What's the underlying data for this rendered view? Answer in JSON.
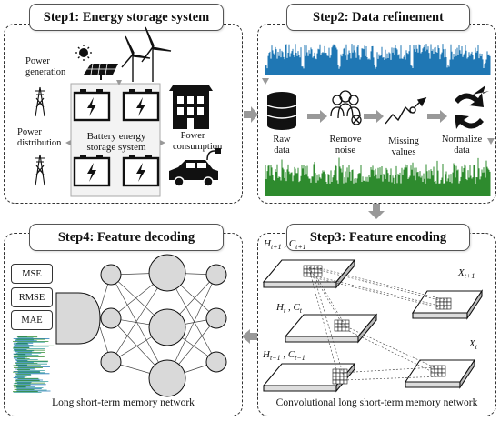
{
  "step1": {
    "title": "Step1: Energy storage system",
    "power_generation": [
      "Power",
      "generation"
    ],
    "power_distribution": [
      "Power",
      "distribution"
    ],
    "battery_system": [
      "Battery energy",
      "storage system"
    ],
    "power_consumption": [
      "Power",
      "consumption"
    ]
  },
  "step2": {
    "title": "Step2: Data refinement",
    "raw_data": [
      "Raw",
      "data"
    ],
    "remove_noise": [
      "Remove",
      "noise"
    ],
    "missing_values": [
      "Missing",
      "values"
    ],
    "normalize_data": [
      "Normalize",
      "data"
    ],
    "raw_series_color": "#1f77b4",
    "refined_series_color": "#2e8b2e"
  },
  "step3": {
    "title": "Step3: Feature encoding",
    "h_next": "H",
    "h_next_sub": "t+1",
    "c_next": "C",
    "c_next_sub": "t+1",
    "h_cur": "H",
    "h_cur_sub": "t",
    "c_cur": "C",
    "c_cur_sub": "t",
    "h_prev": "H",
    "h_prev_sub": "t−1",
    "c_prev": "C",
    "c_prev_sub": "t−1",
    "x_next": "X",
    "x_next_sub": "t+1",
    "x_cur": "X",
    "x_cur_sub": "t",
    "caption": "Convolutional long short-term memory network"
  },
  "step4": {
    "title": "Step4: Feature decoding",
    "metrics": [
      "MSE",
      "RMSE",
      "MAE"
    ],
    "caption": "Long short-term memory network"
  },
  "colors": {
    "arrow": "#999999",
    "node": "#d9d9d9",
    "panel_border": "#333333"
  }
}
